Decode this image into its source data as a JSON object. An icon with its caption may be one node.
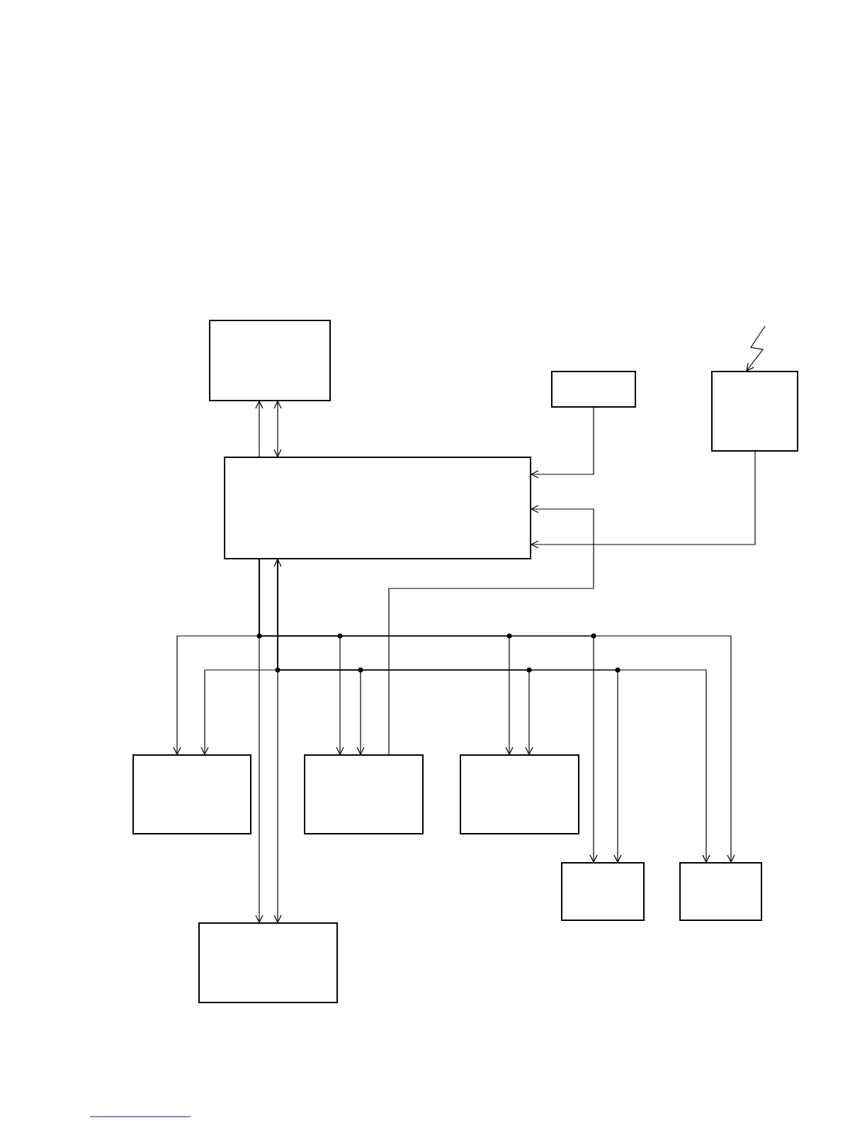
{
  "diagram": {
    "nodes": [
      {
        "text": [],
        "shape": "box"
      },
      {
        "text": [],
        "shape": "box"
      },
      {
        "text": [],
        "shape": "box"
      },
      {
        "text": [],
        "shape": "box"
      },
      {
        "text": [],
        "shape": "box"
      },
      {
        "text": [],
        "shape": "box"
      },
      {
        "text": [],
        "shape": "box"
      },
      {
        "text": [],
        "shape": "box"
      },
      {
        "text": [],
        "shape": "box"
      },
      {
        "text": [],
        "shape": "box"
      }
    ],
    "edges": [
      {
        "from": 3,
        "to": 0,
        "arrow": "to"
      },
      {
        "from": 3,
        "to": 0,
        "arrow": "both"
      },
      {
        "from": 1,
        "to": 3,
        "arrow": "to"
      },
      {
        "from": 5,
        "to": 3,
        "arrow": "to"
      },
      {
        "from": 2,
        "to": 3,
        "arrow": "to"
      },
      {
        "from": null,
        "to": 2,
        "arrow": "to"
      },
      {
        "from": 3,
        "to": 4,
        "arrow": "to"
      },
      {
        "from": 3,
        "to": 5,
        "arrow": "to"
      },
      {
        "from": 3,
        "to": 6,
        "arrow": "to"
      },
      {
        "from": 3,
        "to": 7,
        "arrow": "to"
      },
      {
        "from": 3,
        "to": 8,
        "arrow": "to"
      },
      {
        "from": 3,
        "to": 9,
        "arrow": "to"
      },
      {
        "from": 3,
        "to": 4,
        "arrow": "to"
      },
      {
        "from": 3,
        "to": 5,
        "arrow": "to"
      },
      {
        "from": 3,
        "to": 6,
        "arrow": "to"
      },
      {
        "from": 3,
        "to": 7,
        "arrow": "to"
      },
      {
        "from": 3,
        "to": 8,
        "arrow": "to"
      },
      {
        "from": 3,
        "to": 9,
        "arrow": "both"
      }
    ]
  }
}
